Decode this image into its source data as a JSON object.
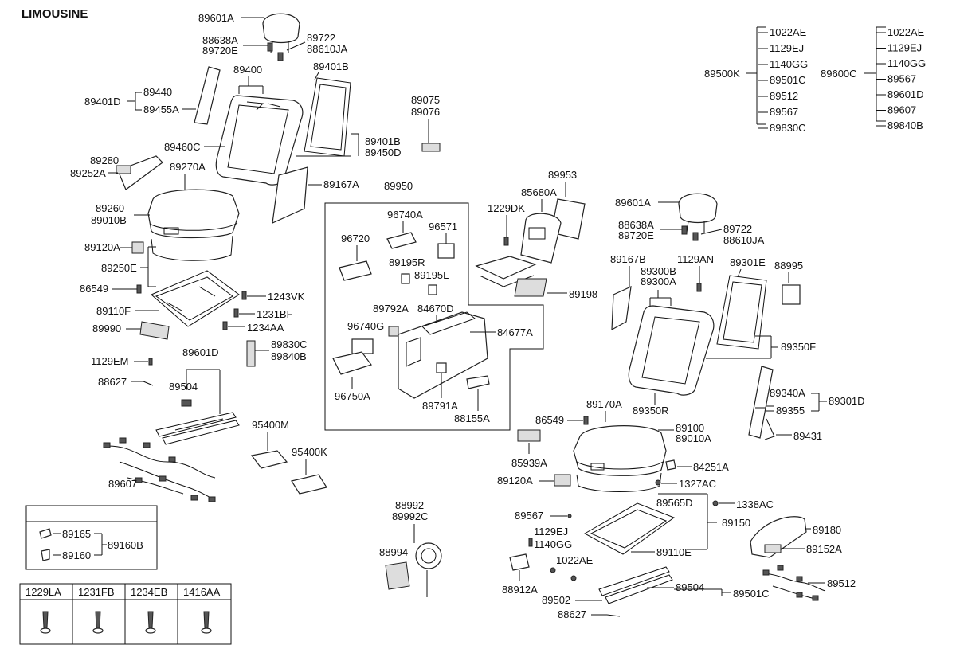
{
  "title": "LIMOUSINE",
  "labels": {
    "p89601A_1": "89601A",
    "p88638A_1": "88638A",
    "p89720E_1": "89720E",
    "p89722_1": "89722",
    "p88610JA_1": "88610JA",
    "p89400": "89400",
    "p89401B_1": "89401B",
    "p89401D_1": "89401D",
    "p89440": "89440",
    "p89455A": "89455A",
    "p89460C": "89460C",
    "p89401B_2": "89401B",
    "p89450D": "89450D",
    "p89075": "89075",
    "p89076": "89076",
    "p89280": "89280",
    "p89252A": "89252A",
    "p89270A": "89270A",
    "p89167A": "89167A",
    "p89260": "89260",
    "p89010B": "89010B",
    "p89120A_1": "89120A",
    "p89250E": "89250E",
    "p86549_1": "86549",
    "p1243VK": "1243VK",
    "p89110F": "89110F",
    "p1231BF": "1231BF",
    "p89990": "89990",
    "p1234AA": "1234AA",
    "p89830C_1": "89830C",
    "p89840B_1": "89840B",
    "p1129EM": "1129EM",
    "p89601D": "89601D",
    "p88627_1": "88627",
    "p89504_1": "89504",
    "p95400M": "95400M",
    "p95400K": "95400K",
    "p89607_1": "89607",
    "p89950": "89950",
    "p96740A": "96740A",
    "p96571": "96571",
    "p96720": "96720",
    "p89195R": "89195R",
    "p89195L": "89195L",
    "p89792A": "89792A",
    "p84670D": "84670D",
    "p96740G": "96740G",
    "p84677A": "84677A",
    "p96750A": "96750A",
    "p89791A": "89791A",
    "p88155A": "88155A",
    "p89953": "89953",
    "p85680A": "85680A",
    "p1229DK": "1229DK",
    "p89198": "89198",
    "p89601A_2": "89601A",
    "p88638A_2": "88638A",
    "p89720E_2": "89720E",
    "p89722_2": "89722",
    "p88610JA_2": "88610JA",
    "p89167B": "89167B",
    "p1129AN": "1129AN",
    "p89301E": "89301E",
    "p88995": "88995",
    "p89300B": "89300B",
    "p89300A": "89300A",
    "p89350F": "89350F",
    "p89340A": "89340A",
    "p89301D": "89301D",
    "p89355": "89355",
    "p89350R": "89350R",
    "p89431": "89431",
    "p89170A": "89170A",
    "p86549_2": "86549",
    "p89100": "89100",
    "p89010A": "89010A",
    "p85939A": "85939A",
    "p84251A": "84251A",
    "p89120A_2": "89120A",
    "p1327AC": "1327AC",
    "p89565D": "89565D",
    "p1338AC": "1338AC",
    "p89567_2": "89567",
    "p89150": "89150",
    "p1129EJ_3": "1129EJ",
    "p1140GG_3": "1140GG",
    "p89110E": "89110E",
    "p89180": "89180",
    "p89152A": "89152A",
    "p1022AE_3": "1022AE",
    "p88912A": "88912A",
    "p89504_2": "89504",
    "p89501C_2": "89501C",
    "p89502": "89502",
    "p88627_2": "88627",
    "p89512_2": "89512",
    "p88992": "88992",
    "p89992C": "89992C",
    "p88994": "88994"
  },
  "group_89500K": {
    "parent": "89500K",
    "children": [
      "1022AE",
      "1129EJ",
      "1140GG",
      "89501C",
      "89512",
      "89567",
      "89830C"
    ]
  },
  "group_89600C": {
    "parent": "89600C",
    "children": [
      "1022AE",
      "1129EJ",
      "1140GG",
      "89567",
      "89601D",
      "89607",
      "89840B"
    ]
  },
  "legend_box": {
    "p89165": "89165",
    "p89160": "89160",
    "p89160B": "89160B"
  },
  "fastener_table": {
    "headers": [
      "1229LA",
      "1231FB",
      "1234EB",
      "1416AA"
    ]
  }
}
